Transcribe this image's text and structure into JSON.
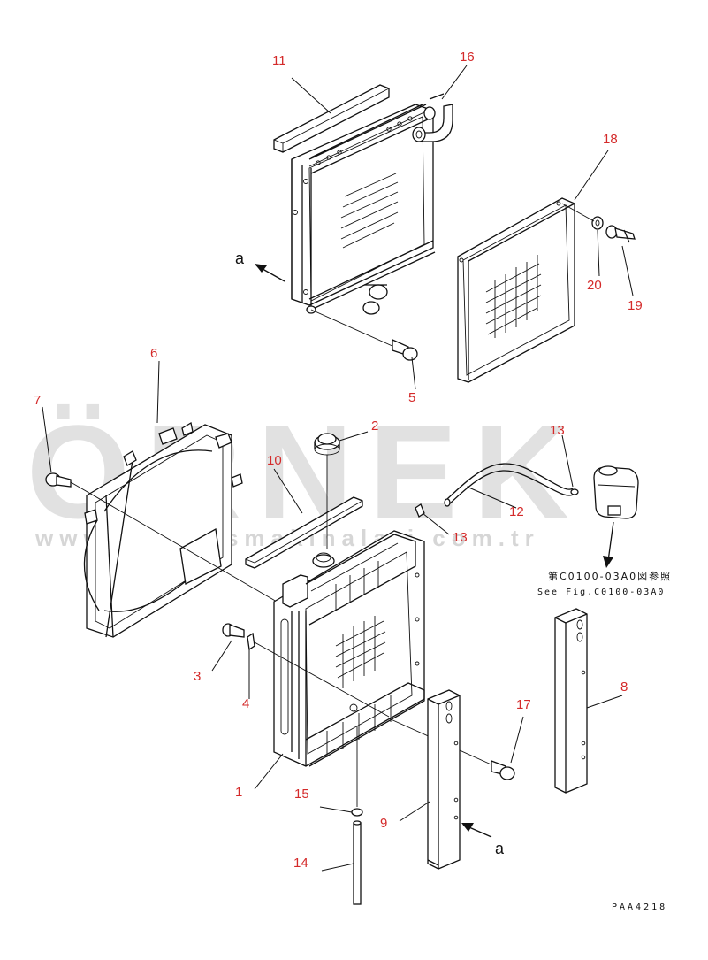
{
  "watermark": {
    "brand": "ÖRNEK",
    "url": "www.ornekismakinalari.com.tr",
    "accent_color": "#f0c400"
  },
  "callouts": [
    "1",
    "2",
    "3",
    "4",
    "5",
    "6",
    "7",
    "8",
    "9",
    "10",
    "11",
    "12",
    "13",
    "13",
    "14",
    "15",
    "16",
    "17",
    "18",
    "19",
    "20"
  ],
  "arrow_label": "a",
  "reference": {
    "jp": "第C0100-03A0図参照",
    "en": "See Fig.C0100-03A0"
  },
  "drawing_code": "PAA4218",
  "colors": {
    "callout_text": "#d42a2a",
    "line": "#111111"
  }
}
